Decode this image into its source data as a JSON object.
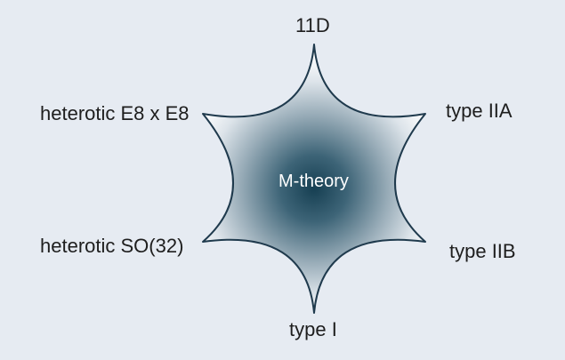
{
  "diagram": {
    "center": "M-theory",
    "vertices": {
      "top": "11D",
      "upper_right": "type IIA",
      "lower_right": "type IIB",
      "bottom": "type I",
      "lower_left": "heterotic SO(32)",
      "upper_left": "heterotic E8 x E8"
    }
  },
  "colors": {
    "background": "#e6ebf2",
    "star_center": "#1b4a5e",
    "star_edge": "#ffffff",
    "outline": "#1f3a4d",
    "text": "#1e1e1e"
  }
}
